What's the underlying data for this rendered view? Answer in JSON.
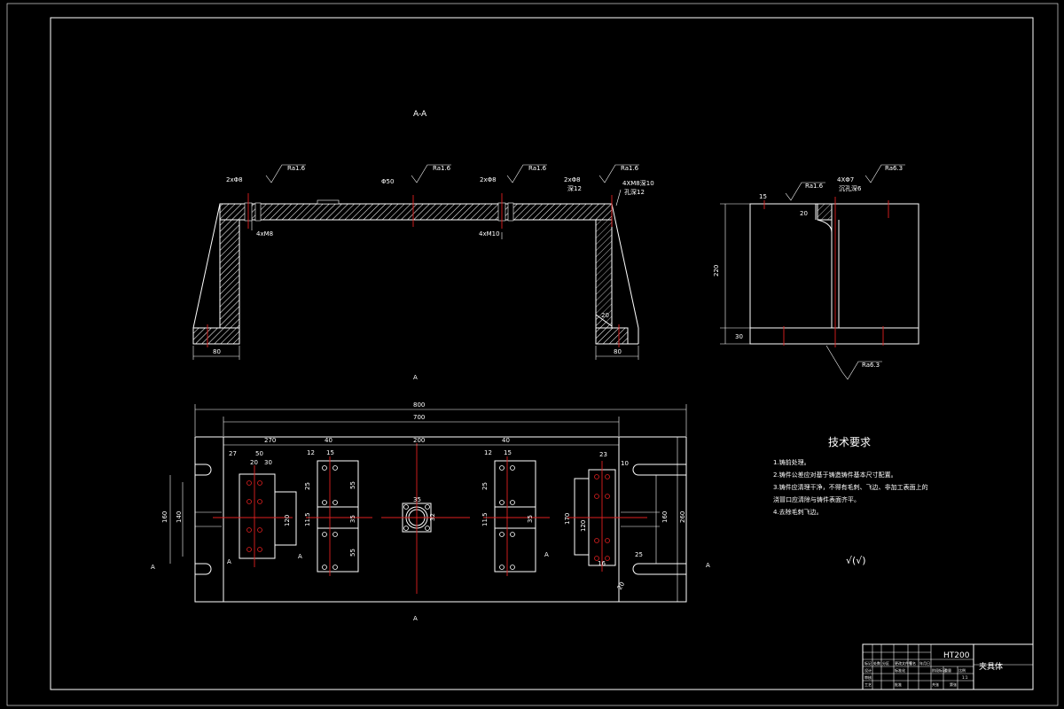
{
  "section_label": "A-A",
  "roughness": {
    "r1": "Ra1.6",
    "r2": "Ra1.6",
    "r3": "Ra1.6",
    "r4": "Ra1.6",
    "side1": "Ra1.6",
    "side2": "Ra6.3",
    "bottom": "Ra6.3"
  },
  "hole_callouts": {
    "h1": "2xΦ8",
    "h2": "Φ50",
    "h3": "2xΦ8",
    "h4": "2xΦ8",
    "h5": "4XM8深10",
    "h6": "孔深12",
    "h7": "深12",
    "h8": "4xM8",
    "h9": "4xM10",
    "h10": "4XΦ7",
    "h11": "沉孔深6"
  },
  "dims": {
    "left_base": "80",
    "right_base": "80",
    "right_inner": "20",
    "side_height": "220",
    "side_base": "30",
    "side_a": "15",
    "side_b": "20",
    "overall": "800",
    "inner": "700",
    "left_off": "270",
    "center": "200",
    "w40a": "40",
    "w40b": "40",
    "s27": "27",
    "s50": "50",
    "s20": "20",
    "s30": "30",
    "s12a": "12",
    "s15a": "15",
    "s12b": "12",
    "s15b": "15",
    "s23": "23",
    "s10": "10",
    "h160": "160",
    "h140": "140",
    "h120": "120",
    "h55a": "55",
    "h55b": "55",
    "h35a": "35",
    "h35b": "35",
    "h25a": "25",
    "h25b": "25",
    "h115a": "11.5",
    "h115b": "11.5",
    "c35": "35",
    "c32": "32",
    "r170": "170",
    "r120": "120",
    "r160": "160",
    "r260": "260",
    "r25": "25",
    "r20": "20",
    "r16": "16"
  },
  "view_marks": {
    "a1": "A",
    "a2": "A",
    "a3": "A",
    "a4": "A",
    "a5": "A",
    "a6": "A",
    "a7": "A"
  },
  "tech_req": {
    "title": "技术要求",
    "items": [
      "1.铸前处理。",
      "2.铸件公差应对基于铸造铸件基本尺寸配置。",
      "3.铸件应清理干净，不得有毛刺、飞边、非加工表面上的",
      "浇冒口应清除与铸件表面齐平。",
      "4.去除毛刺飞边。"
    ],
    "roughness_symbol": "√(√)"
  },
  "title_block": {
    "code": "HT200",
    "name": "夹具体",
    "cells": [
      "标记",
      "处数",
      "分区",
      "更改文件号",
      "签名",
      "年月日",
      "设计",
      "标准化",
      "阶段标记",
      "重量",
      "比例",
      "1:1",
      "审核",
      "工艺",
      "批准",
      "共张",
      "第张"
    ]
  }
}
